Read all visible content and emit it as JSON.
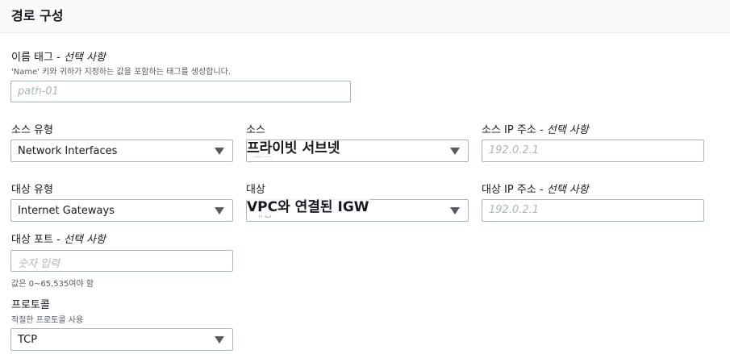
{
  "header": {
    "title": "경로 구성"
  },
  "name_tag": {
    "label": "이름 태그 - ",
    "optional": "선택 사항",
    "description": "'Name' 키와 귀하가 지정하는 값을 포함하는 태그를 생성합니다.",
    "placeholder": "path-01"
  },
  "source_type": {
    "label": "소스 유형",
    "value": "Network Interfaces"
  },
  "source": {
    "label": "소스",
    "placeholder": "소스",
    "overlay": "프라이빗 서브넷"
  },
  "source_ip": {
    "label": "소스 IP 주소 - ",
    "optional": "선택 사항",
    "placeholder": "192.0.2.1"
  },
  "dest_type": {
    "label": "대상 유형",
    "value": "Internet Gateways"
  },
  "dest": {
    "label": "대상",
    "placeholder": "대상",
    "overlay": "VPC와 연결된 IGW"
  },
  "dest_ip": {
    "label": "대상 IP 주소 - ",
    "optional": "선택 사항",
    "placeholder": "192.0.2.1"
  },
  "dest_port": {
    "label": "대상 포트 - ",
    "optional": "선택 사항",
    "placeholder": "숫자 입력",
    "description": "값은 0~65,535여야 함"
  },
  "protocol": {
    "label": "프로토콜",
    "description": "적절한 프로토콜 사용",
    "value": "TCP"
  }
}
